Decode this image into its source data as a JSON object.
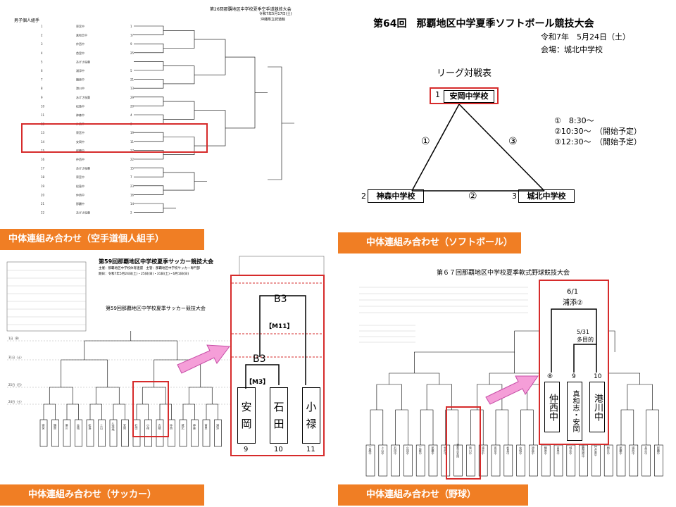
{
  "captions": {
    "karate": "中体連組み合わせ（空手道個人組手）",
    "softball": "中体連組み合わせ（ソフトボール）",
    "soccer": "中体連組み合わせ（サッカー）",
    "baseball": "中体連組み合わせ（野球）"
  },
  "karate": {
    "header_title": "第26回那覇地区中学校夏季空手道競技大会",
    "header_date": "令和7年5月17日(土)",
    "header_venue": "沖縄県立武道館",
    "division": "男子個人組手",
    "entries": [
      {
        "no": "1",
        "school": "寄宮中",
        "seed": "1"
      },
      {
        "no": "2",
        "school": "真和志中",
        "seed": "17"
      },
      {
        "no": "3",
        "school": "仲西中",
        "seed": "9"
      },
      {
        "no": "4",
        "school": "首里中",
        "seed": "25"
      },
      {
        "no": "5",
        "school": "あげさ桜葉",
        "seed": ""
      },
      {
        "no": "6",
        "school": "浦添中",
        "seed": "5"
      },
      {
        "no": "7",
        "school": "鏡原中",
        "seed": "21"
      },
      {
        "no": "8",
        "school": "港川中",
        "seed": "13"
      },
      {
        "no": "9",
        "school": "あげさ桜葉",
        "seed": "29"
      },
      {
        "no": "10",
        "school": "松島中",
        "seed": "20"
      },
      {
        "no": "11",
        "school": "神森中",
        "seed": "4"
      },
      {
        "no": "12",
        "school": "仲西中",
        "seed": "3"
      },
      {
        "no": "13",
        "school": "寄宮中",
        "seed": "19"
      },
      {
        "no": "14",
        "school": "安岡中",
        "seed": "11"
      },
      {
        "no": "15",
        "school": "那覇中",
        "seed": "27"
      },
      {
        "no": "16",
        "school": "仲西中",
        "seed": "22"
      },
      {
        "no": "17",
        "school": "あげさ桜葉",
        "seed": "15"
      },
      {
        "no": "18",
        "school": "寄宮中",
        "seed": "7"
      },
      {
        "no": "19",
        "school": "松島中",
        "seed": "23"
      },
      {
        "no": "20",
        "school": "仲西中",
        "seed": "16"
      },
      {
        "no": "21",
        "school": "那覇中",
        "seed": "14"
      },
      {
        "no": "22",
        "school": "あげさ桜葉",
        "seed": "2"
      }
    ]
  },
  "softball": {
    "title": "第64回　那覇地区中学夏季ソフトボール競技大会",
    "date": "令和7年　5月24日（土）",
    "venue": "会場：城北中学校",
    "league_title": "リーグ対戦表",
    "team1_no": "1",
    "team1": "安岡中学校",
    "team2_no": "2",
    "team2": "神森中学校",
    "team3_no": "3",
    "team3": "城北中学校",
    "match1": "①",
    "match2": "②",
    "match3": "③",
    "schedule": [
      "①　8:30～",
      "②10:30～　（開始予定）",
      "③12:30～　（開始予定）"
    ]
  },
  "soccer": {
    "title": "第59回那覇地区中学校夏季サッカー競技大会",
    "inner_title": "第59回那覇地区中学校夏季サッカー競技大会",
    "sponsor": "主催：那覇地区中学校体育連盟　主管：那覇地区中学校サッカー専門部",
    "period": "期日：令和7年5月24日(土)・25日(日)・31日(土)・6月1日(日)",
    "zoom_top": "B3",
    "zoom_round": "【M11】",
    "zoom_mid": "B3",
    "zoom_m3": "【M3】",
    "zoom_teams": [
      {
        "name": "安\n岡",
        "no": "9"
      },
      {
        "name": "石\n田",
        "no": "10"
      },
      {
        "name": "小\n禄",
        "no": "11"
      }
    ],
    "rounds": [
      "1日（B）",
      "31日（土）",
      "25日（日）",
      "24日（土）"
    ],
    "teams": [
      "寄宮",
      "鏡原",
      "港川",
      "金城",
      "松島",
      "上山",
      "久茂地",
      "安岡",
      "石田",
      "小禄",
      "古蔵",
      "仲西",
      "城北",
      "神森",
      "首里",
      "浦添"
    ]
  },
  "baseball": {
    "title": "第６７回那覇地区中学校夏季軟式野球競技大会",
    "zoom_date1": "6/1",
    "zoom_venue1": "浦添②",
    "zoom_date2": "5/31",
    "zoom_venue2": "多目的",
    "zoom_circle": "⑧",
    "zoom_teams": [
      {
        "no": "8",
        "name": "仲西中"
      },
      {
        "no": "9",
        "name": "真和志・安岡"
      },
      {
        "no": "10",
        "name": "港川中"
      }
    ],
    "teams": [
      "古蔵中",
      "上山中",
      "石田中",
      "小禄中",
      "古蔵中",
      "那覇中",
      "仲西中",
      "真和志安岡",
      "港川中",
      "浦添中",
      "寄宮中",
      "松島中",
      "金城中",
      "神森中",
      "鏡原中",
      "首里中",
      "城北中",
      "那覇国際中",
      "仲井真中",
      "朝日中",
      "那覇中",
      "浦西中",
      "具志中",
      "那覇中"
    ]
  }
}
